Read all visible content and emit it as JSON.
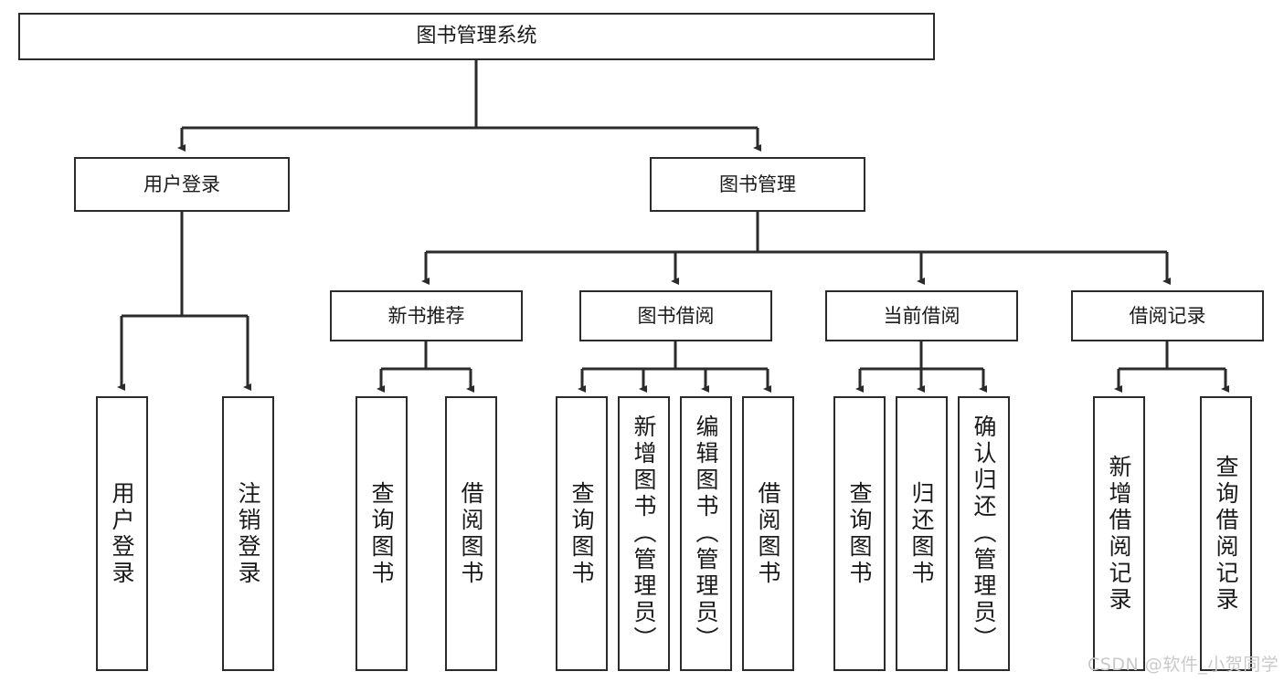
{
  "diagram": {
    "type": "tree",
    "title": "图书管理系统",
    "watermark": "CSDN @软件_小贺同学",
    "colors": {
      "stroke": "#2b2b2b",
      "fill": "#ffffff",
      "text": "#1a1a1a",
      "watermark": "#c9c9c9"
    },
    "root": {
      "label": "图书管理系统"
    },
    "level2": [
      {
        "label": "用户登录"
      },
      {
        "label": "图书管理"
      }
    ],
    "level3": [
      {
        "label": "新书推荐"
      },
      {
        "label": "图书借阅"
      },
      {
        "label": "当前借阅"
      },
      {
        "label": "借阅记录"
      }
    ],
    "leaves": {
      "user_login": [
        {
          "label": "用户登录"
        },
        {
          "label": "注销登录"
        }
      ],
      "new_book_recommend": [
        {
          "label": "查询图书"
        },
        {
          "label": "借阅图书"
        }
      ],
      "book_borrow": [
        {
          "label": "查询图书"
        },
        {
          "label": "新增图书（管理员）"
        },
        {
          "label": "编辑图书（管理员）"
        },
        {
          "label": "借阅图书"
        }
      ],
      "current_borrow": [
        {
          "label": "查询图书"
        },
        {
          "label": "归还图书"
        },
        {
          "label": "确认归还（管理员）"
        }
      ],
      "borrow_record": [
        {
          "label": "新增借阅记录"
        },
        {
          "label": "查询借阅记录"
        }
      ]
    }
  }
}
